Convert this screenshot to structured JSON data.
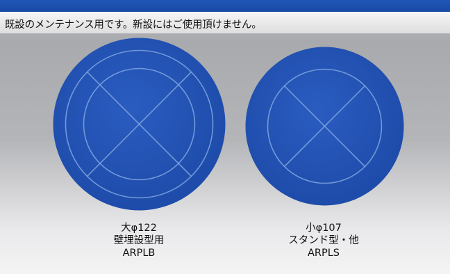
{
  "notice": "既設のメンテナンス用です。新設にはご使用頂けません。",
  "colors": {
    "brand_blue": "#1f57b8",
    "lid_blue": "#2354b8",
    "line_color": "#8ab0e6"
  },
  "products": [
    {
      "size": "大φ122",
      "usage": "壁埋設型用",
      "model": "ARPLB"
    },
    {
      "size": "小φ107",
      "usage": "スタンド型・他",
      "model": "ARPLS"
    }
  ]
}
